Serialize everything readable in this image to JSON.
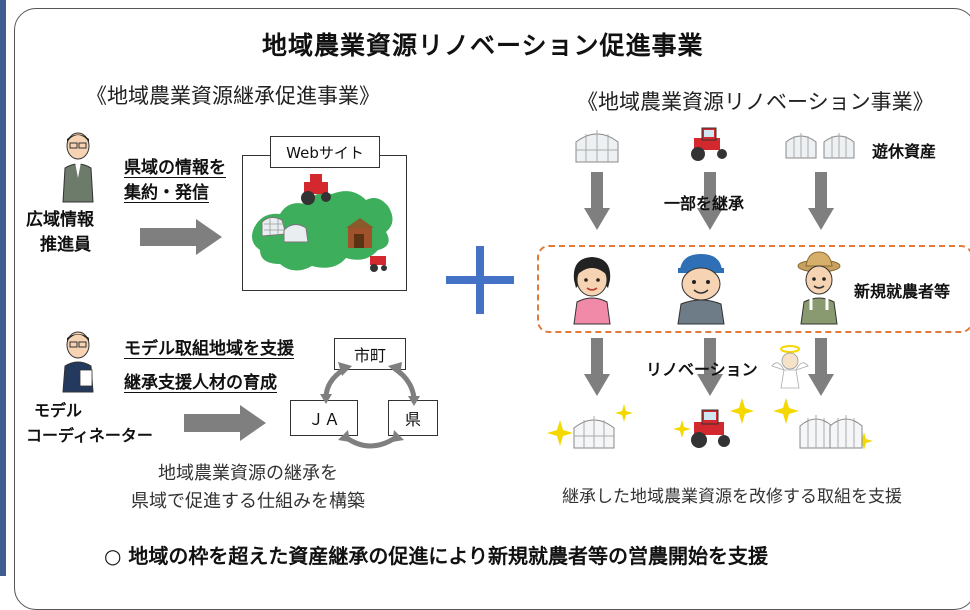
{
  "title": "地域農業資源リノベーション促進事業",
  "left_section": {
    "heading": "《地域農業資源継承促進事業》",
    "officer1": {
      "line1": "広域情報",
      "line2": "推進員"
    },
    "task1": {
      "line1": "県域の情報を",
      "line2": "集約・発信"
    },
    "website_label": "Webサイト",
    "officer2": {
      "line1": "モデル",
      "line2": "コーディネーター"
    },
    "task2": {
      "line1": "モデル取組地域を支援",
      "line2": "継承支援人材の育成"
    },
    "cycle": {
      "top": "市町",
      "left": "ＪＡ",
      "right": "県"
    },
    "caption": {
      "line1": "地域農業資源の継承を",
      "line2": "県域で促進する仕組みを構築"
    }
  },
  "right_section": {
    "heading": "《地域農業資源リノベーション事業》",
    "idle_assets": "遊休資産",
    "inherit_label": "一部を継承",
    "new_farmers": "新規就農者等",
    "renovation_label": "リノベーション",
    "caption": "継承した地域農業資源を改修する取組を支援"
  },
  "footer": "○ 地域の枠を超えた資産継承の促進により新規就農者等の営農開始を支援",
  "colors": {
    "arrow": "#7f7f7f",
    "plus": "#4472c4",
    "dashed_border": "#e07b39",
    "map_green": "#3cae5c",
    "tractor_red": "#d2282e",
    "sparkle": "#f5d800"
  }
}
